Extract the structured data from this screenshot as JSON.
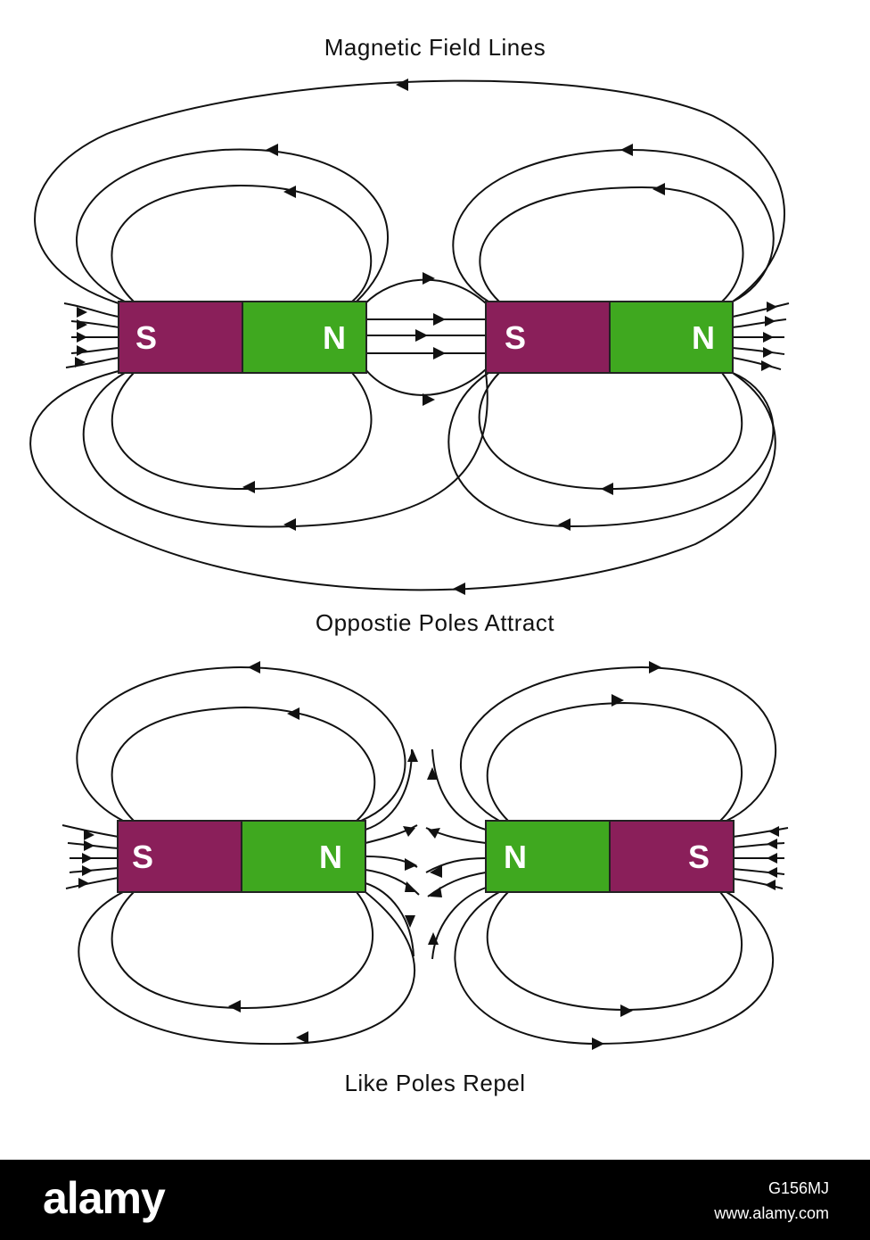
{
  "title": "Magnetic Field Lines",
  "panels": [
    {
      "caption": "Oppostie Poles Attract",
      "magnets": [
        {
          "left_pole": "S",
          "right_pole": "N"
        },
        {
          "left_pole": "S",
          "right_pole": "N"
        }
      ]
    },
    {
      "caption": "Like Poles Repel",
      "magnets": [
        {
          "left_pole": "S",
          "right_pole": "N"
        },
        {
          "left_pole": "N",
          "right_pole": "S"
        }
      ]
    }
  ],
  "colors": {
    "south_pole": "#8a1f5a",
    "north_pole": "#3fa81f",
    "field_line": "#111111"
  },
  "watermark": {
    "logo": "alamy",
    "image_id": "G156MJ",
    "url": "www.alamy.com"
  }
}
